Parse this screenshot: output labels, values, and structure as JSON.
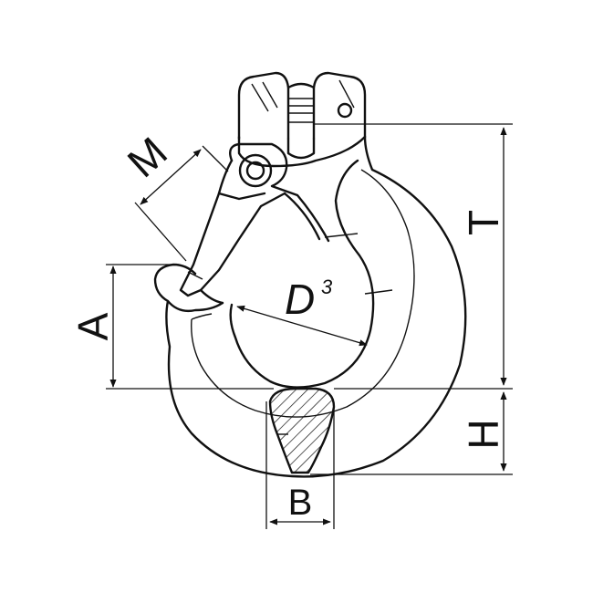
{
  "labels": {
    "m": "M",
    "a": "A",
    "d": "D",
    "d_sup": "3",
    "t": "T",
    "h": "H",
    "b": "B"
  },
  "colors": {
    "ink": "#111111",
    "background": "#ffffff"
  }
}
